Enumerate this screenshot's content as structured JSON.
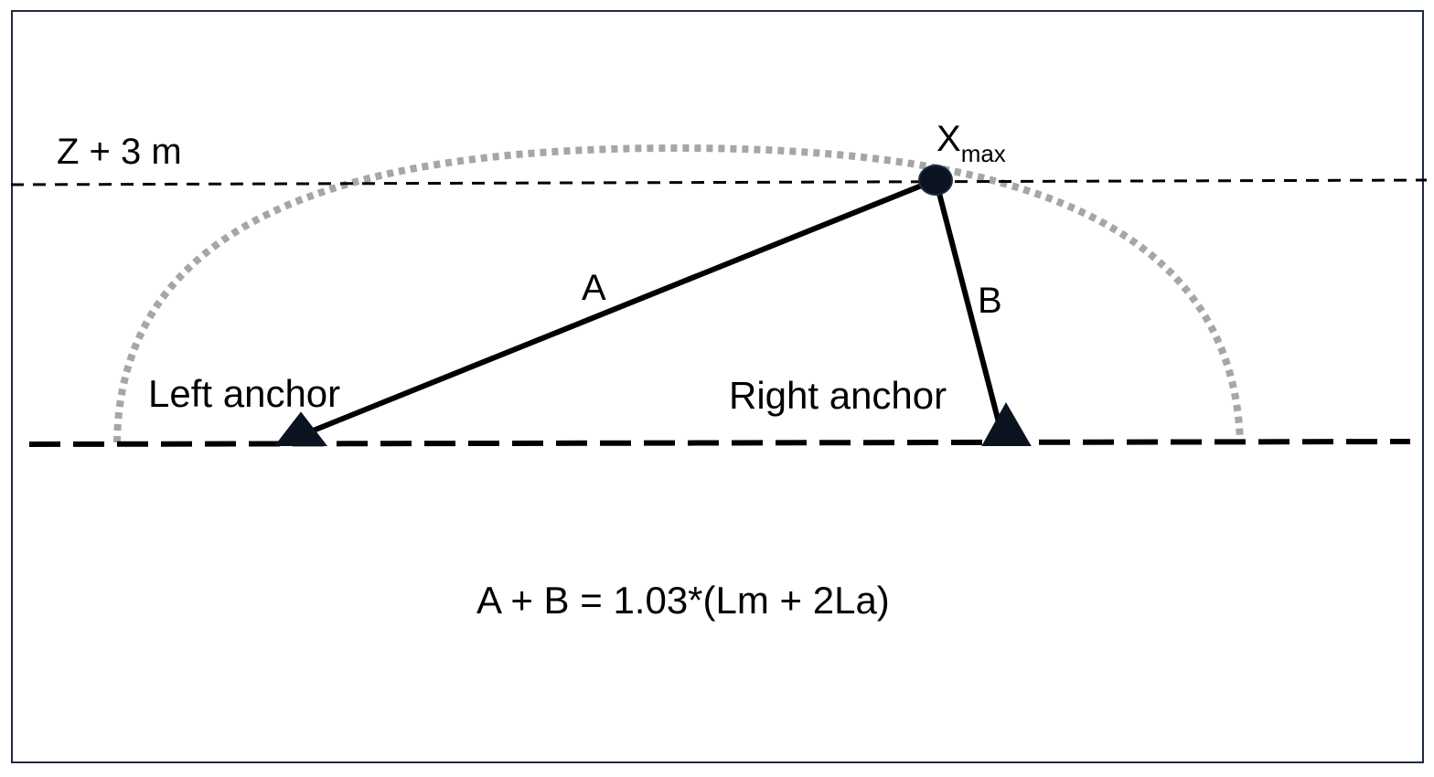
{
  "labels": {
    "z_line": "Z + 3 m",
    "xmax_main": "X",
    "xmax_sub": "max",
    "segment_a": "A",
    "segment_b": "B",
    "left_anchor": "Left anchor",
    "right_anchor": "Right anchor",
    "equation": "A + B = 1.03*(Lm + 2La)"
  },
  "colors": {
    "frame": "#1f2a44",
    "lines": "#000000",
    "arc": "#a6a6a6",
    "markers": "#0b1220"
  }
}
